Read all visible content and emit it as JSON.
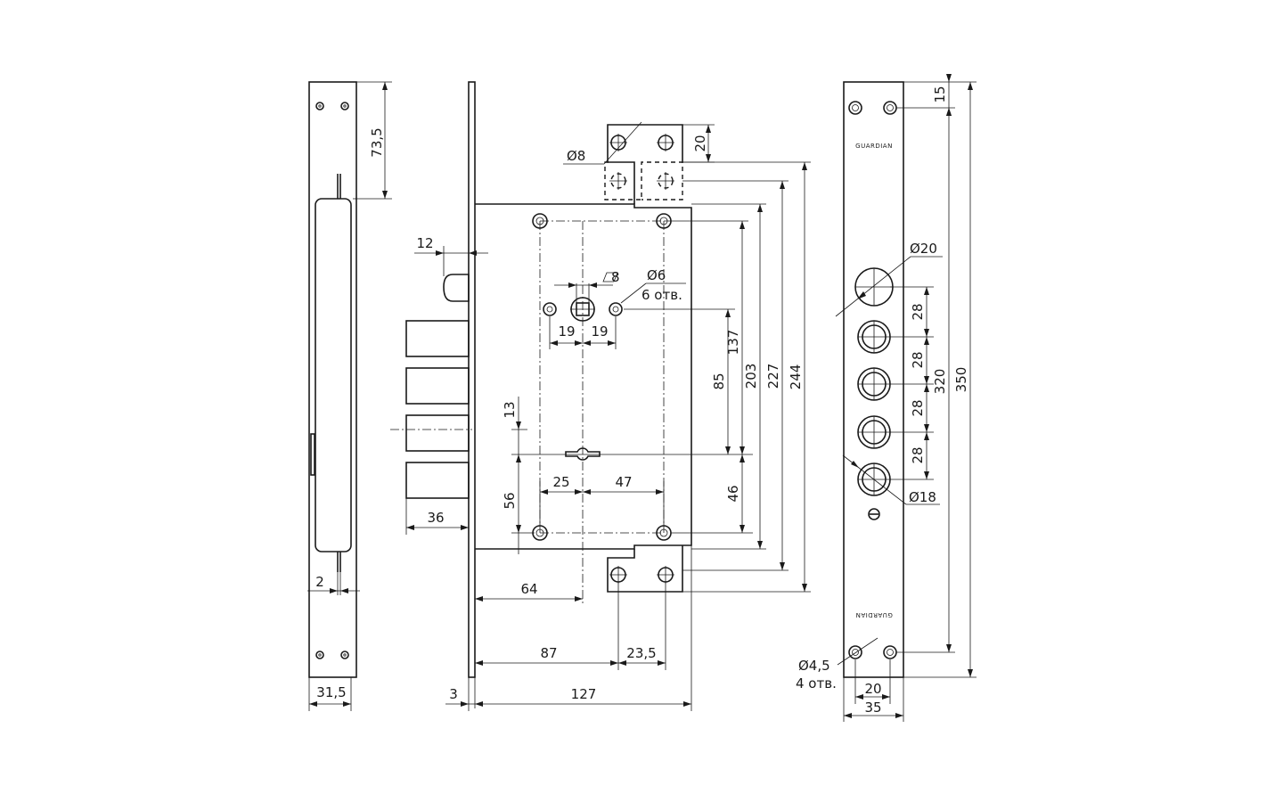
{
  "dimensions": {
    "d_73_5": "73,5",
    "d_2": "2",
    "d_31_5": "31,5",
    "d_12": "12",
    "d_36": "36",
    "d_3": "3",
    "d_127": "127",
    "d_87": "87",
    "d_23_5": "23,5",
    "d_64": "64",
    "d_20_top": "20",
    "d_dia8": "Ø8",
    "d_sq8": "8",
    "d_dia6": "Ø6",
    "d_6holes": "6 отв.",
    "d_19_left": "19",
    "d_19_right": "19",
    "d_13": "13",
    "d_56": "56",
    "d_25": "25",
    "d_47": "47",
    "d_85": "85",
    "d_137": "137",
    "d_203": "203",
    "d_227": "227",
    "d_244": "244",
    "d_46": "46",
    "d_15": "15",
    "d_dia20": "Ø20",
    "d_28_1": "28",
    "d_28_2": "28",
    "d_28_3": "28",
    "d_28_4": "28",
    "d_320": "320",
    "d_350": "350",
    "d_dia18": "Ø18",
    "d_dia4_5": "Ø4,5",
    "d_4holes": "4 отв.",
    "d_20_bottom": "20",
    "d_35": "35"
  },
  "faceplate_marks": {
    "top": "GUARDIAN",
    "bottom": "GUARDIAN"
  }
}
